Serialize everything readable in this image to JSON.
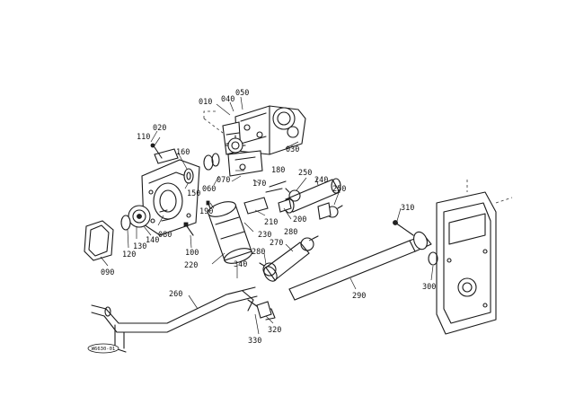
{
  "diagram": {
    "reference_stamp": "W6630-01",
    "callouts": [
      {
        "id": "010",
        "label": "010"
      },
      {
        "id": "020",
        "label": "020"
      },
      {
        "id": "030",
        "label": "030"
      },
      {
        "id": "040",
        "label": "040"
      },
      {
        "id": "050",
        "label": "050"
      },
      {
        "id": "060",
        "label": "060"
      },
      {
        "id": "070",
        "label": "070"
      },
      {
        "id": "080",
        "label": "080"
      },
      {
        "id": "090",
        "label": "090"
      },
      {
        "id": "100",
        "label": "100"
      },
      {
        "id": "110",
        "label": "110"
      },
      {
        "id": "120",
        "label": "120"
      },
      {
        "id": "130",
        "label": "130"
      },
      {
        "id": "140",
        "label": "140"
      },
      {
        "id": "150",
        "label": "150"
      },
      {
        "id": "160",
        "label": "160"
      },
      {
        "id": "170",
        "label": "170"
      },
      {
        "id": "180",
        "label": "180"
      },
      {
        "id": "190",
        "label": "190"
      },
      {
        "id": "200",
        "label": "200"
      },
      {
        "id": "210",
        "label": "210"
      },
      {
        "id": "220",
        "label": "220"
      },
      {
        "id": "230",
        "label": "230"
      },
      {
        "id": "240",
        "label": "240"
      },
      {
        "id": "250a",
        "label": "250"
      },
      {
        "id": "250b",
        "label": "250"
      },
      {
        "id": "260",
        "label": "260"
      },
      {
        "id": "270",
        "label": "270"
      },
      {
        "id": "280a",
        "label": "280"
      },
      {
        "id": "280b",
        "label": "280"
      },
      {
        "id": "290",
        "label": "290"
      },
      {
        "id": "300",
        "label": "300"
      },
      {
        "id": "310",
        "label": "310"
      },
      {
        "id": "320",
        "label": "320"
      },
      {
        "id": "330",
        "label": "330"
      },
      {
        "id": "340",
        "label": "340"
      }
    ]
  }
}
